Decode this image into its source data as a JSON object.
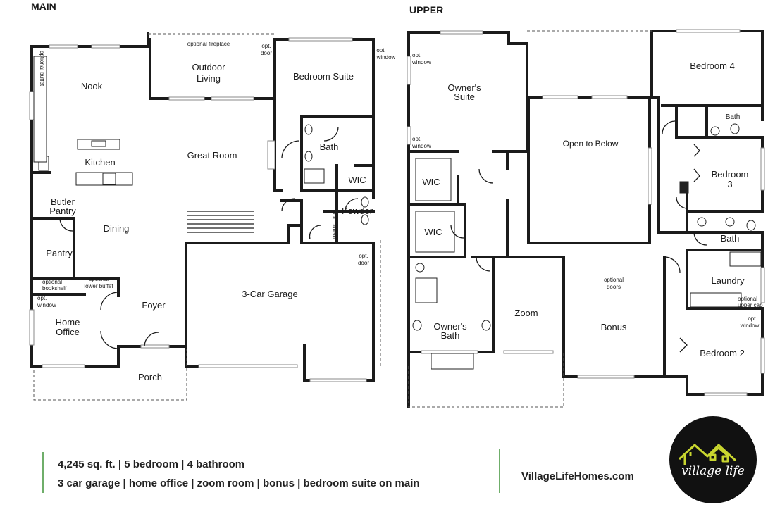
{
  "floors": {
    "main": {
      "title": "MAIN",
      "rooms": {
        "nook": "Nook",
        "kitchen": "Kitchen",
        "outdoor_living_1": "Outdoor",
        "outdoor_living_2": "Living",
        "bedroom_suite": "Bedroom Suite",
        "great_room": "Great Room",
        "bath": "Bath",
        "wic": "WIC",
        "powder": "Powder",
        "butler_pantry_1": "Butler",
        "butler_pantry_2": "Pantry",
        "dining": "Dining",
        "pantry": "Pantry",
        "home_office_1": "Home",
        "home_office_2": "Office",
        "foyer": "Foyer",
        "porch": "Porch",
        "garage": "3-Car Garage"
      },
      "notes": {
        "optional_buffet": "optional buffet",
        "optional_fireplace": "optional fireplace",
        "opt_door_top_1": "opt.",
        "opt_door_top_2": "door",
        "opt_window_top_1": "opt.",
        "opt_window_top_2": "window",
        "opt_built_in": "opt. built-in",
        "opt_door_garage_1": "opt.",
        "opt_door_garage_2": "door",
        "optional_bookshelf_1": "optional",
        "optional_bookshelf_2": "bookshelf",
        "optional_lower_buffet_1": "optional",
        "optional_lower_buffet_2": "lower buffet",
        "opt_window_office_1": "opt.",
        "opt_window_office_2": "window"
      }
    },
    "upper": {
      "title": "UPPER",
      "rooms": {
        "owners_suite_1": "Owner's",
        "owners_suite_2": "Suite",
        "bedroom_4": "Bedroom  4",
        "bath_top": "Bath",
        "open_to_below": "Open to Below",
        "bedroom_3_1": "Bedroom",
        "bedroom_3_2": "3",
        "wic_1": "WIC",
        "wic_2": "WIC",
        "bath_mid": "Bath",
        "laundry": "Laundry",
        "owners_bath_1": "Owner's",
        "owners_bath_2": "Bath",
        "zoom": "Zoom",
        "bonus": "Bonus",
        "bedroom_2": "Bedroom  2"
      },
      "notes": {
        "opt_window_a_1": "opt.",
        "opt_window_a_2": "window",
        "opt_window_b_1": "opt.",
        "opt_window_b_2": "window",
        "optional_doors_1": "optional",
        "optional_doors_2": "doors",
        "optional_upper_cab_1": "optional",
        "optional_upper_cab_2": "upper cab",
        "opt_window_c_1": "opt.",
        "opt_window_c_2": "window"
      }
    }
  },
  "summary": {
    "line1": "4,245 sq. ft.  |  5 bedroom  |  4 bathroom",
    "line2": "3 car garage  |  home office  |  zoom room  |  bonus  |  bedroom suite on main"
  },
  "website": "VillageLifeHomes.com",
  "logo": {
    "text": "village life",
    "icon": "house-outline-icon",
    "background": "#111111",
    "accent": "#c9d62f"
  },
  "colors": {
    "accent_bar": "#6fae6a",
    "wall": "#1b1b1b"
  }
}
